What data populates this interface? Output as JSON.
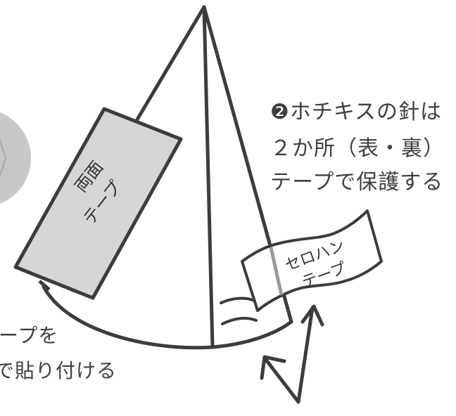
{
  "instruction": {
    "line1": "❷ホチキスの針は",
    "line2": "２か所（表・裏）",
    "line3": "テープで保護する"
  },
  "bottom_instruction": {
    "line1": "ープを",
    "line2": "で貼り付ける"
  },
  "double_tape": {
    "line1": "両面",
    "line2": "テープ"
  },
  "cello_tape": {
    "line1": "セロハン",
    "line2": "テープ"
  },
  "colors": {
    "line": "#3c3c3c",
    "rect_fill": "#d6d6d6",
    "circle_fill": "#c8c8c8",
    "text": "#3f3f3f"
  }
}
